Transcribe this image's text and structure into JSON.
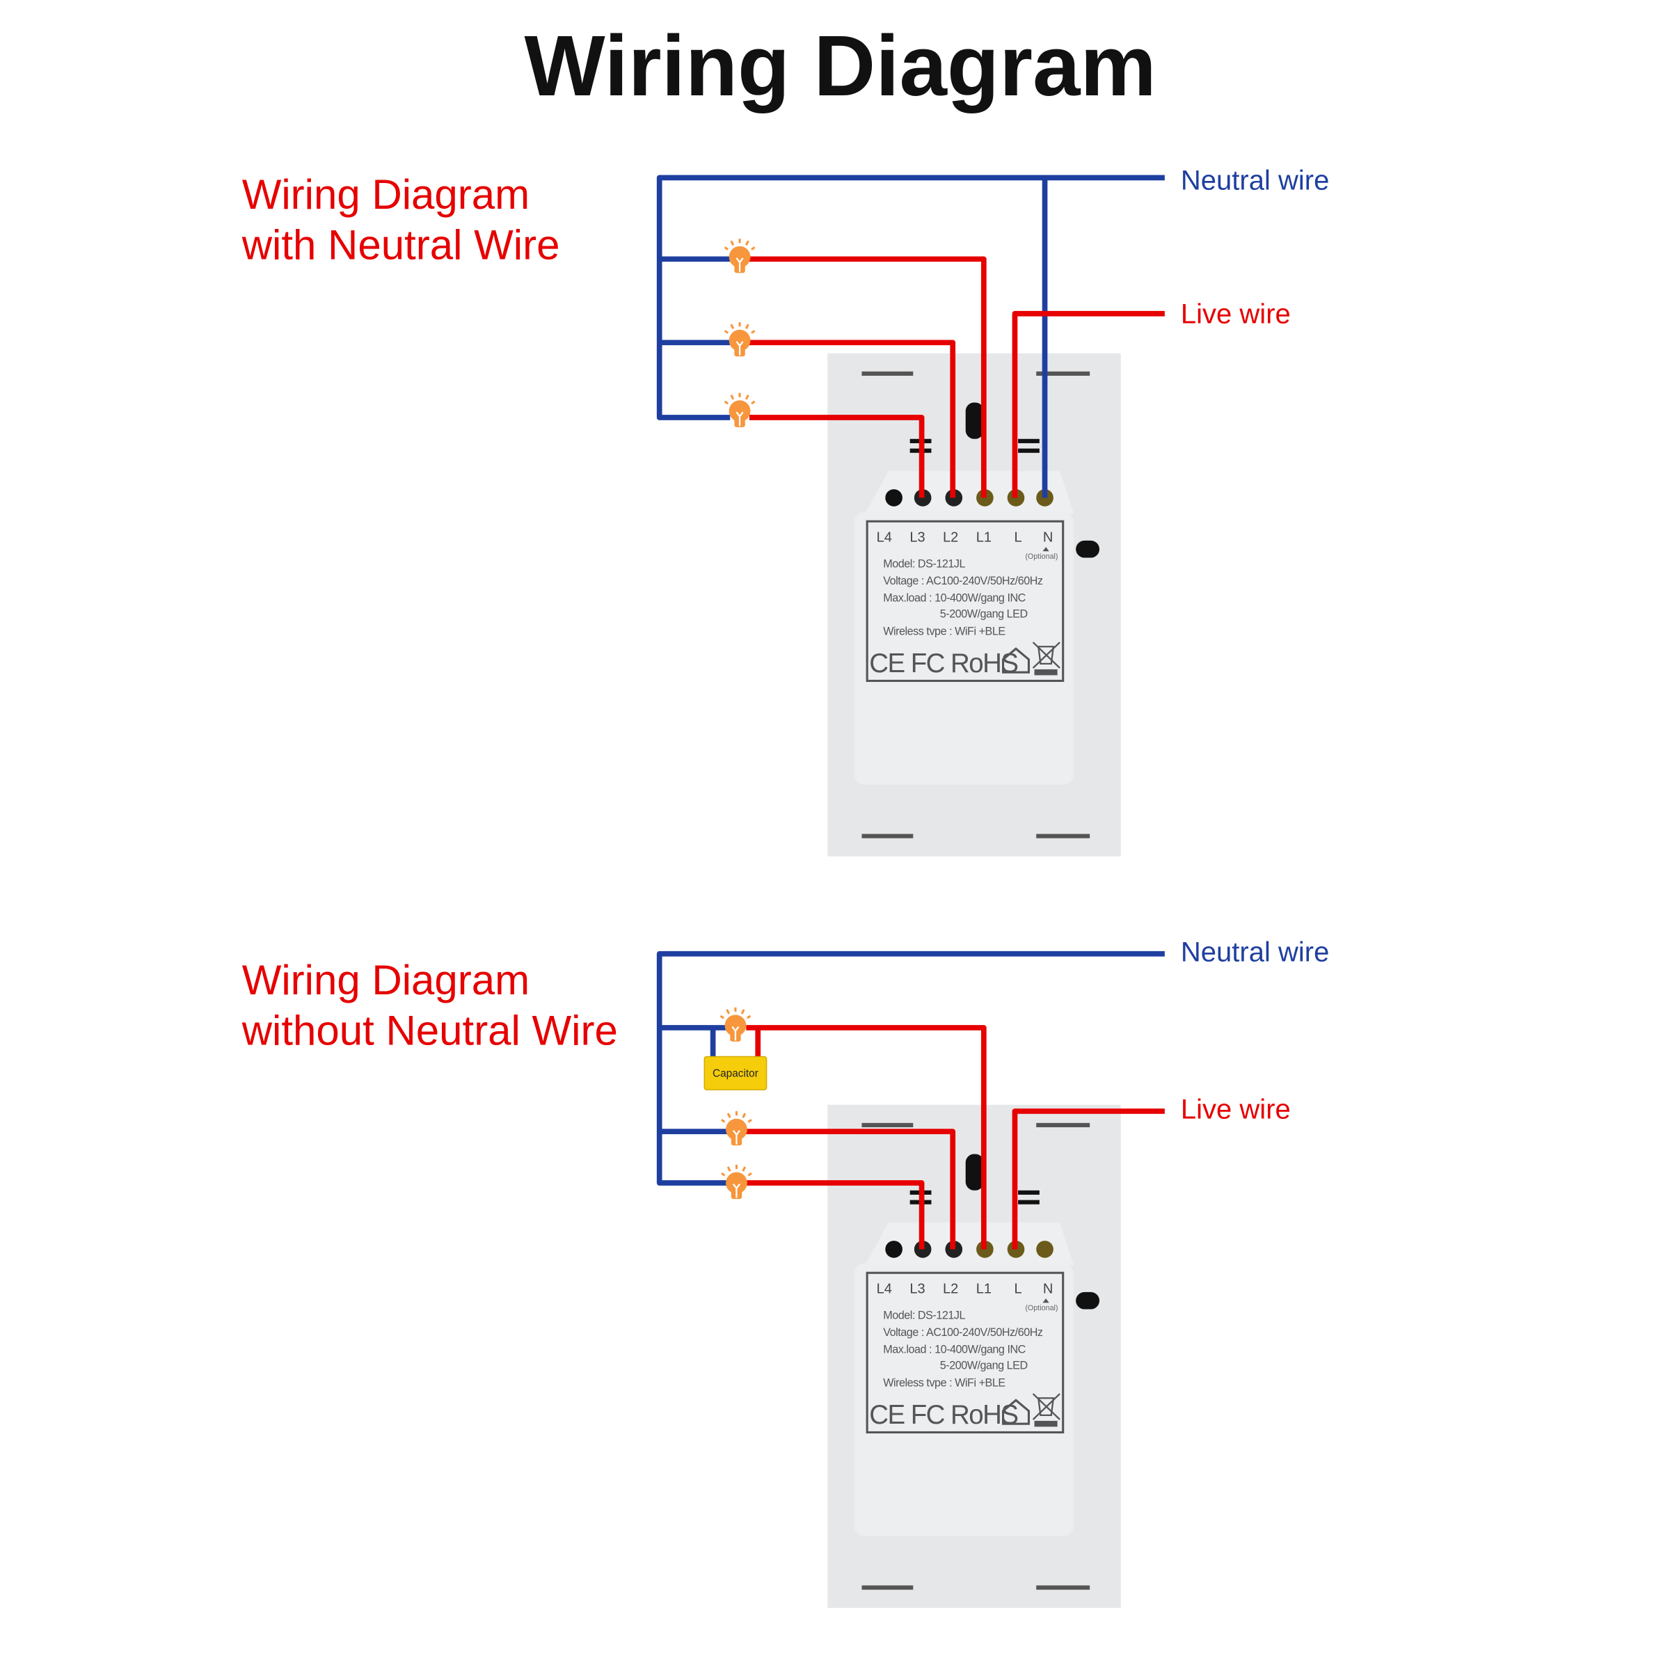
{
  "title": "Wiring Diagram",
  "colors": {
    "neutral": "#1f3fa0",
    "live": "#e60000",
    "bulb": "#f7963c",
    "capacitor": "#f6cd0a",
    "device": "#e6e7e9"
  },
  "section_with_neutral": {
    "heading_line1": "Wiring Diagram",
    "heading_line2": "with Neutral Wire",
    "neutral_label": "Neutral wire",
    "live_label": "Live wire"
  },
  "section_without_neutral": {
    "heading_line1": "Wiring Diagram",
    "heading_line2": "without Neutral Wire",
    "neutral_label": "Neutral wire",
    "live_label": "Live wire",
    "capacitor_label": "Capacitor"
  },
  "device": {
    "terminals": [
      "L4",
      "L3",
      "L2",
      "L1",
      "L",
      "N"
    ],
    "optional_note": "(Optional)",
    "model": "Model: DS-121JL",
    "voltage": "Voltage : AC100-240V/50Hz/60Hz",
    "maxload_inc": "Max.load : 10-400W/gang INC",
    "maxload_led": "5-200W/gang LED",
    "wireless": "Wireless tvpe : WiFi +BLE",
    "certifications": "CE FC RoHS"
  },
  "icons": [
    "light-bulb-icon",
    "house-icon",
    "weee-bin-icon"
  ]
}
